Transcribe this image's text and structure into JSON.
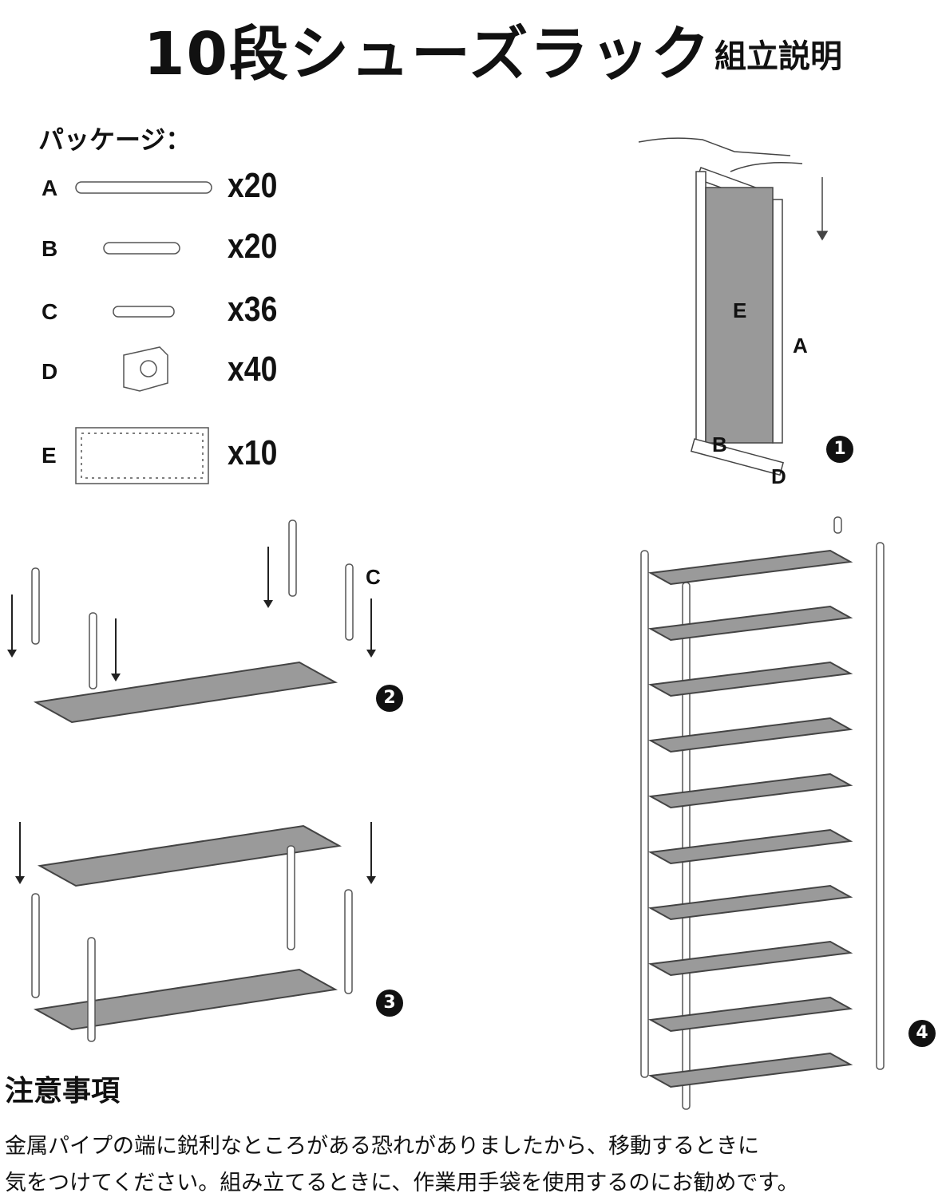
{
  "header": {
    "title": "10段シューズラック",
    "subtitle": "組立説明"
  },
  "package": {
    "title": "パッケージ：",
    "items": [
      {
        "label": "A",
        "count": "x20"
      },
      {
        "label": "B",
        "count": "x20"
      },
      {
        "label": "C",
        "count": "x36"
      },
      {
        "label": "D",
        "count": "x40"
      },
      {
        "label": "E",
        "count": "x10"
      }
    ]
  },
  "steps": {
    "step1": {
      "number": "1",
      "labels": {
        "e": "E",
        "a": "A",
        "b": "B",
        "d": "D"
      }
    },
    "step2": {
      "number": "2",
      "labels": {
        "c": "C"
      }
    },
    "step3": {
      "number": "3"
    },
    "step4": {
      "number": "4",
      "shelves": 10
    }
  },
  "notes": {
    "title": "注意事項",
    "lines": [
      "金属パイプの端に鋭利なところがある恐れがありましたから、移動するときに",
      "気をつけてください。組み立てるときに、作業用手袋を使用するのにお勧めです。"
    ]
  }
}
